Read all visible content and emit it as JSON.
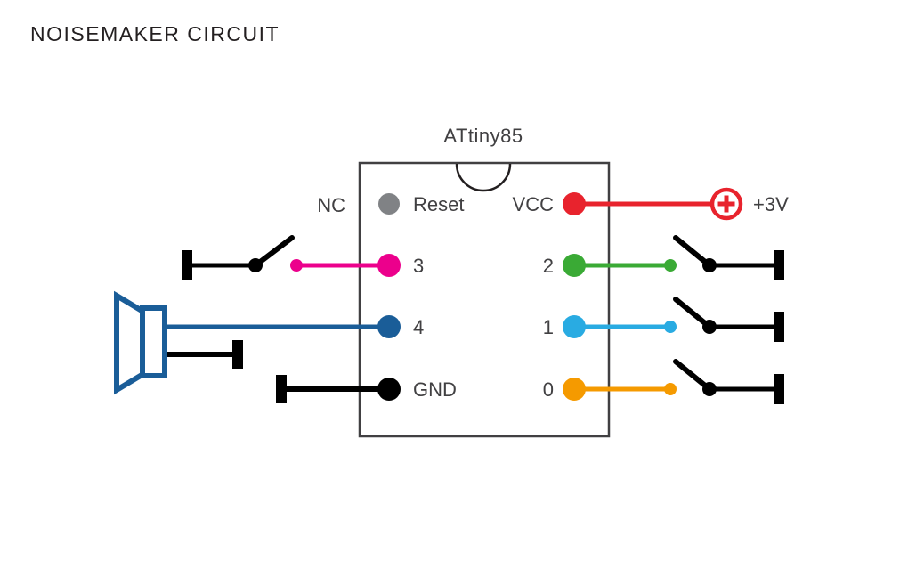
{
  "title": "NOISEMAKER CIRCUIT",
  "chip": {
    "name": "ATtiny85",
    "pins": {
      "reset": {
        "label": "Reset",
        "color": "#808285"
      },
      "p3": {
        "label": "3",
        "color": "#ec008c"
      },
      "p4": {
        "label": "4",
        "color": "#1a5d98"
      },
      "gnd": {
        "label": "GND",
        "color": "#000000"
      },
      "vcc": {
        "label": "VCC",
        "color": "#e8232d"
      },
      "p2": {
        "label": "2",
        "color": "#3aaa35"
      },
      "p1": {
        "label": "1",
        "color": "#29abe2"
      },
      "p0": {
        "label": "0",
        "color": "#f59a00"
      }
    }
  },
  "annotations": {
    "nc_label": "NC",
    "power_label": "+3V"
  },
  "connections": [
    {
      "pin": "Reset",
      "component": "not connected (NC)"
    },
    {
      "pin": "3",
      "component": "switch"
    },
    {
      "pin": "4",
      "component": "speaker"
    },
    {
      "pin": "GND",
      "component": "ground terminal"
    },
    {
      "pin": "VCC",
      "component": "+3V power source"
    },
    {
      "pin": "2",
      "component": "switch"
    },
    {
      "pin": "1",
      "component": "switch"
    },
    {
      "pin": "0",
      "component": "switch"
    }
  ],
  "colors": {
    "ink": "#414042",
    "title": "#231f20",
    "black": "#000000"
  }
}
